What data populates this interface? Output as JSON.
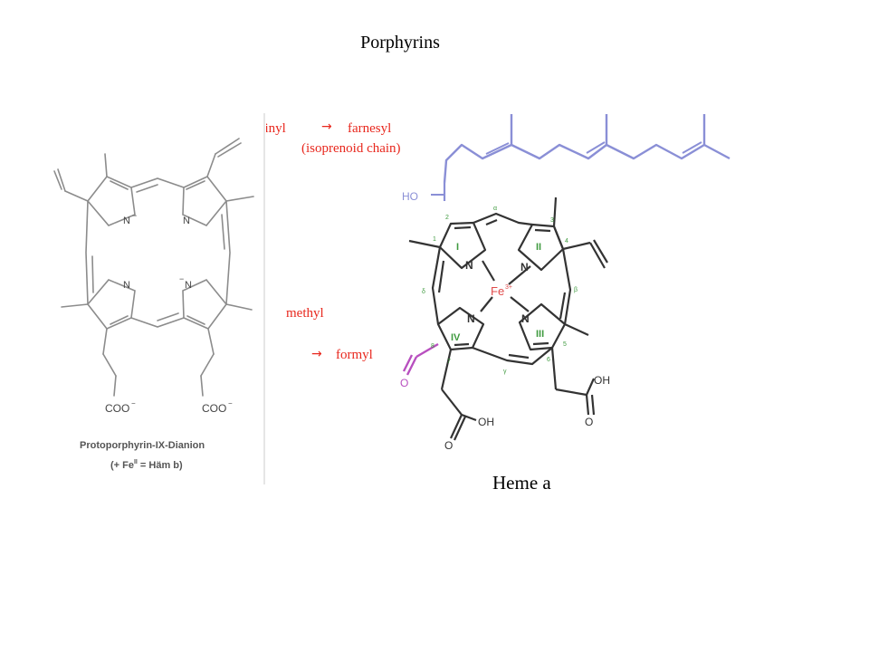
{
  "slide": {
    "title": "Porphyrins",
    "heme_label": "Heme a"
  },
  "annotations": {
    "vinyl": "vinyl",
    "arrow": "→",
    "farnesyl": "farnesyl",
    "isoprenoid": "(isoprenoid chain)",
    "methyl": "methyl",
    "formyl": "formyl"
  },
  "left_figure": {
    "atoms": {
      "n_minus_1": "N",
      "n_minus_2": "N",
      "n_1": "N",
      "n_2": "N",
      "minus": "−"
    },
    "carboxylates": [
      "COO",
      "COO"
    ],
    "caption_line1": "Protoporphyrin-IX-Dianion",
    "caption_line2": "(+ Fe",
    "caption_line2_sup": "II",
    "caption_line2_rest": " = Häm b)"
  },
  "right_figure": {
    "ho": "HO",
    "oh_1": "OH",
    "oh_2": "OH",
    "o_1": "O",
    "o_2": "O",
    "o_formyl": "O",
    "fe": "Fe",
    "fe_charge": "3+",
    "n_labels": [
      "N",
      "N",
      "N",
      "N"
    ],
    "ring_labels": [
      "I",
      "II",
      "III",
      "IV"
    ],
    "greek": [
      "α",
      "β",
      "γ",
      "δ"
    ],
    "numbers": [
      "1",
      "2",
      "3",
      "4",
      "5",
      "6",
      "7",
      "8"
    ]
  },
  "colors": {
    "annotation": "#e8281e",
    "bond_gray": "#7a7a7a",
    "farnesyl_chain": "#8a8fd6",
    "formyl_group": "#b84fbf",
    "fe_color": "#e04a4a",
    "ring_label_green": "#3f9a3f"
  }
}
